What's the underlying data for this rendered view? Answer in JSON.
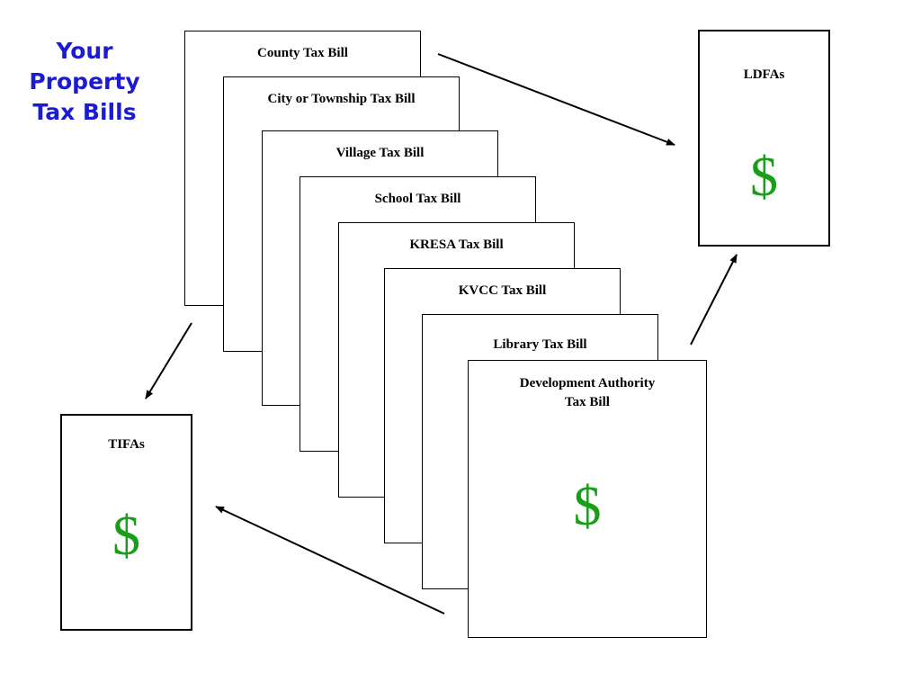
{
  "title": {
    "line1": "Your",
    "line2": "Property",
    "line3": "Tax Bills"
  },
  "bills": {
    "county": "County Tax Bill",
    "city": "City or Township Tax Bill",
    "village": "Village Tax Bill",
    "school": "School Tax Bill",
    "kresa": "KRESA Tax Bill",
    "kvcc": "KVCC Tax Bill",
    "library": "Library Tax Bill",
    "development_line1": "Development Authority",
    "development_line2": "Tax Bill",
    "development_symbol": "$"
  },
  "ldfas": {
    "label": "LDFAs",
    "symbol": "$"
  },
  "tifas": {
    "label": "TIFAs",
    "symbol": "$"
  },
  "colors": {
    "title": "#1b1bd0",
    "dollar": "#1a9e1a",
    "line": "#000000"
  }
}
